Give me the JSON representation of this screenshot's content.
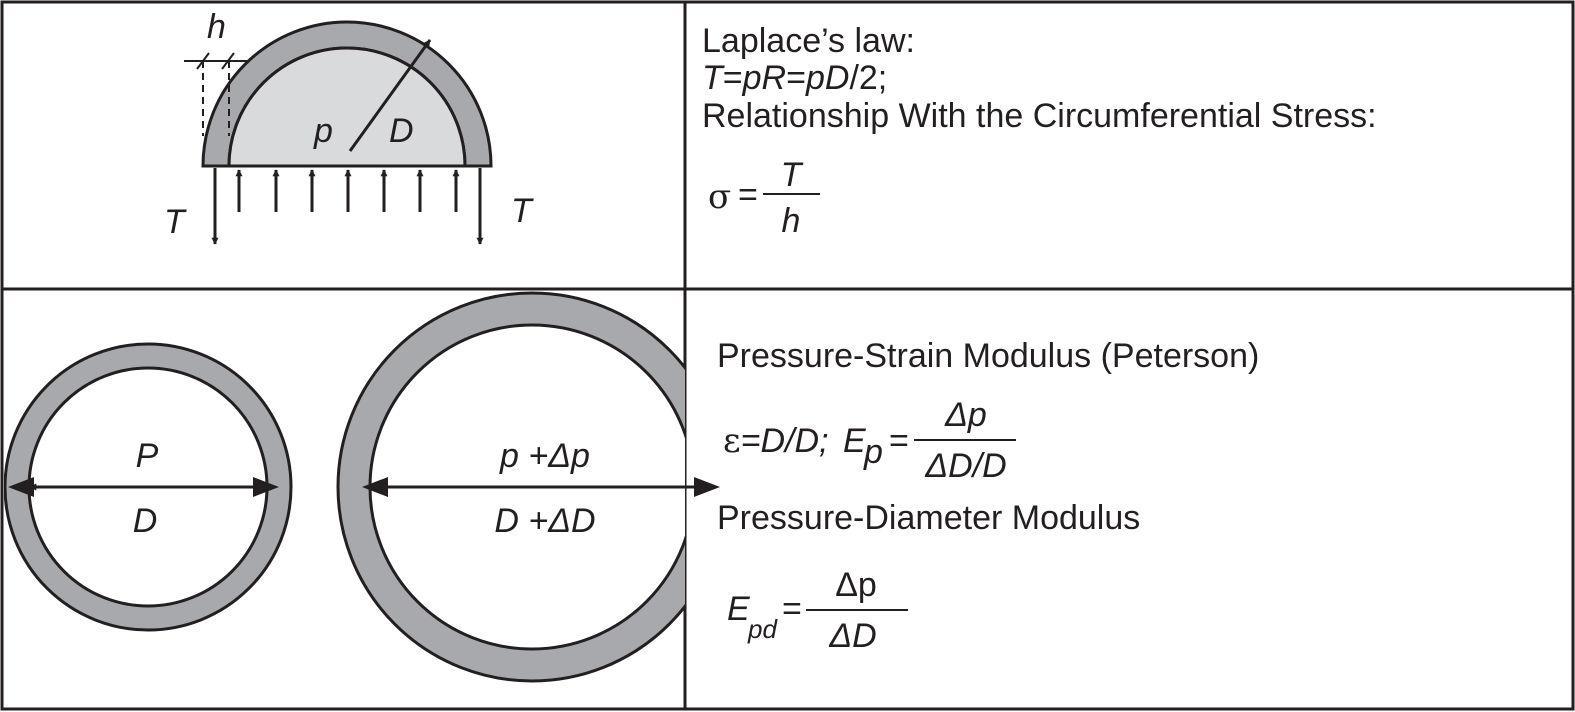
{
  "colors": {
    "stroke": "#231f20",
    "wall_fill": "#a7a9ac",
    "lumen_fill": "#d9dadb",
    "background": "#ffffff"
  },
  "top_left": {
    "label_h": "h",
    "label_p": "p",
    "label_D": "D",
    "label_T_left": "T",
    "label_T_right": "T"
  },
  "top_right": {
    "heading": "Laplace’s law:",
    "formula_parts": [
      "T",
      "=",
      "pR",
      "=",
      "pD",
      "/2;"
    ],
    "relationship": "Relationship With the Circumferential Stress:",
    "sigma": "σ",
    "equals": "=",
    "numerator": "T",
    "denominator": "h"
  },
  "bottom_left": {
    "small_top": "P",
    "small_bottom": "D",
    "large_top": "p +Δp",
    "large_bottom": "D +ΔD"
  },
  "bottom_right": {
    "pressure_strain_title": "Pressure-Strain Modulus (Peterson)",
    "epsilon": "ε",
    "strain_def": "=D/D;",
    "ep_E": "E",
    "ep_sub": "p",
    "equals": "=",
    "ep_numerator": "Δp",
    "ep_denominator": "ΔD/D",
    "pressure_diameter_title": "Pressure-Diameter Modulus",
    "epd_E": "E",
    "epd_sub": "pd",
    "epd_numerator": "Δp",
    "epd_denominator": "ΔD"
  }
}
